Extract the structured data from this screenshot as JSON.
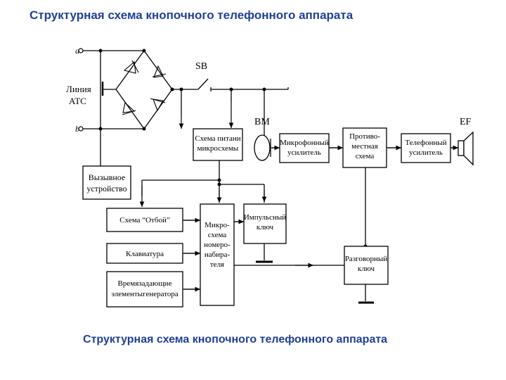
{
  "titles": {
    "top": "Структурная схема кнопочного телефонного аппарата",
    "bottom": "Структурная схема кнопочного телефонного аппарата"
  },
  "labels": {
    "line_line1": "Линия",
    "line_line2": "АТС",
    "terminal_a": "a",
    "terminal_b": "b",
    "switch": "SB",
    "microphone": "BM",
    "speaker": "EF"
  },
  "blocks": {
    "power_line1": "Схема питани",
    "power_line2": "микросхемы",
    "ringer_line1": "Вызывное",
    "ringer_line2": "устройство",
    "mic_amp_line1": "Микрофонный",
    "mic_amp_line2": "усилитель",
    "antisidetone_line1": "Противо-",
    "antisidetone_line2": "местная",
    "antisidetone_line3": "схема",
    "phone_amp_line1": "Телефонный",
    "phone_amp_line2": "усилитель",
    "otboy": "Схема “Отбой”",
    "keyboard": "Клавиатура",
    "timing_line1": "Времязадающие",
    "timing_line2": "элементыгенератора",
    "dialer_line1": "Микро-",
    "dialer_line2": "схема",
    "dialer_line3": "номеро-",
    "dialer_line4": "набира-",
    "dialer_line5": "теля",
    "pulse_key_line1": "Импульсный",
    "pulse_key_line2": "ключ",
    "talk_key_line1": "Разговорный",
    "talk_key_line2": "ключ"
  },
  "colors": {
    "title": "#1f3f99",
    "lines": "#000000"
  }
}
